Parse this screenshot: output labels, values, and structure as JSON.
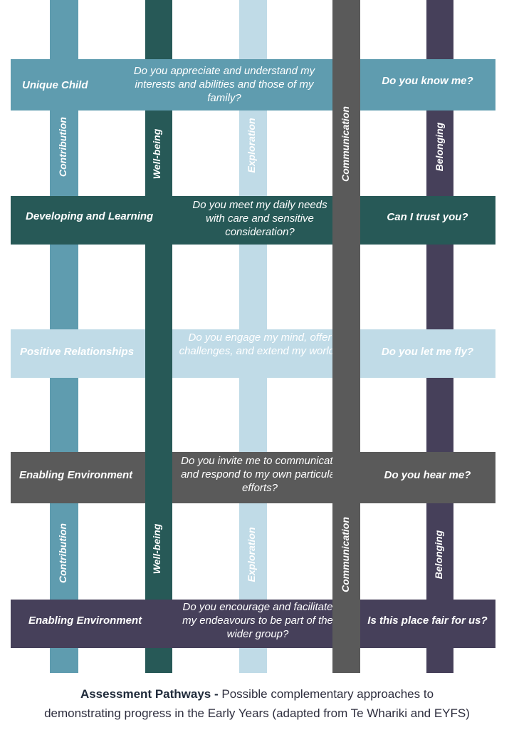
{
  "colors": {
    "contribution": "#5f9caf",
    "wellbeing": "#275957",
    "exploration": "#c0dbe7",
    "communication": "#5a5a5a",
    "belonging": "#46405a"
  },
  "bands": [
    {
      "principle": "Unique Child",
      "question": "Do you appreciate and understand my interests and abilities and those of my family?",
      "ask": "Do you know me?"
    },
    {
      "principle": "Developing and Learning",
      "question": "Do you meet my daily needs with care and sensitive consideration?",
      "ask": "Can I trust you?"
    },
    {
      "principle": "Positive Relationships",
      "question": "Do you engage my mind, offer challenges, and extend my world?",
      "ask": "Do you let me fly?"
    },
    {
      "principle": "Enabling Environment",
      "question": "Do you invite me to communicate and respond to my own particular efforts?",
      "ask": "Do you hear me?"
    },
    {
      "principle": "Enabling Environment",
      "question": "Do you encourage and facilitate my endeavours to be part of the wider group?",
      "ask": "Is this place fair for us?"
    }
  ],
  "strands": {
    "contribution": "Contribution",
    "wellbeing": "Well-being",
    "exploration": "Exploration",
    "communication": "Communication",
    "belonging": "Belonging"
  },
  "caption": {
    "title": "Assessment Pathways",
    "dash": " - ",
    "text_line1": "Possible complementary approaches to",
    "text_line2": "demonstrating progress in the Early Years (adapted from Te Whariki and EYFS)"
  }
}
